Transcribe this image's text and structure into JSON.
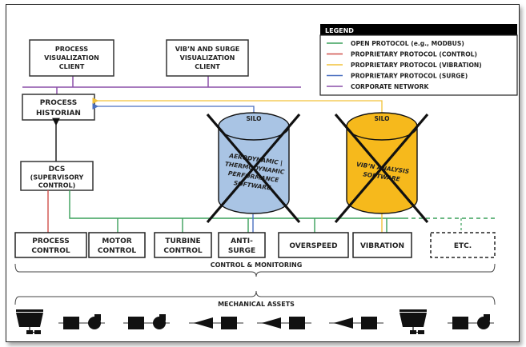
{
  "legend": {
    "title": "LEGEND",
    "items": [
      {
        "label": "OPEN PROTOCOL (e.g., MODBUS)",
        "color": "#3aa05a"
      },
      {
        "label": "PROPRIETARY  PROTOCOL (CONTROL)",
        "color": "#d0504a"
      },
      {
        "label": "PROPRIETARY  PROTOCOL  (VIBRATION)",
        "color": "#f2c23a"
      },
      {
        "label": "PROPRIETARY  PROTOCOL (SURGE)",
        "color": "#4a6fc0"
      },
      {
        "label": "CORPORATE NETWORK",
        "color": "#8a4fa8"
      }
    ]
  },
  "clients": {
    "process_viz": [
      "PROCESS",
      "VISUALIZATION",
      "CLIENT"
    ],
    "vib_surge_viz": [
      "VIB’N AND SURGE",
      "VISUALIZATION",
      "CLIENT"
    ]
  },
  "historian": [
    "PROCESS",
    "HISTORIAN"
  ],
  "dcs": [
    "DCS",
    "(SUPERVISORY",
    "CONTROL)"
  ],
  "silos": [
    {
      "header": "SILO",
      "lines": [
        "AERODYNAMIC |",
        "THERMODYNAMIC",
        "PERFORMANCE",
        "SOFTWARE"
      ],
      "fill": "#a9c4e4",
      "crossed": true
    },
    {
      "header": "SILO",
      "lines": [
        "VIB’N ANALYSIS",
        "SOFTWARE"
      ],
      "fill": "#f6b91c",
      "crossed": true
    }
  ],
  "controllers": [
    {
      "label": [
        "PROCESS",
        "CONTROL"
      ]
    },
    {
      "label": [
        "MOTOR",
        "CONTROL"
      ]
    },
    {
      "label": [
        "TURBINE",
        "CONTROL"
      ]
    },
    {
      "label": [
        "ANTI-",
        "SURGE"
      ]
    },
    {
      "label": [
        "OVERSPEED"
      ]
    },
    {
      "label": [
        "VIBRATION"
      ]
    },
    {
      "label": [
        "ETC."
      ],
      "dashed": true
    }
  ],
  "groups": {
    "control_monitoring": "CONTROL & MONITORING",
    "mechanical_assets": "MECHANICAL ASSETS"
  },
  "assets": [
    {
      "type": "mill"
    },
    {
      "type": "motor-pump"
    },
    {
      "type": "motor-pump"
    },
    {
      "type": "compressor-motor"
    },
    {
      "type": "compressor-motor"
    },
    {
      "type": "compressor-motor"
    },
    {
      "type": "mill"
    },
    {
      "type": "motor-pump"
    }
  ]
}
